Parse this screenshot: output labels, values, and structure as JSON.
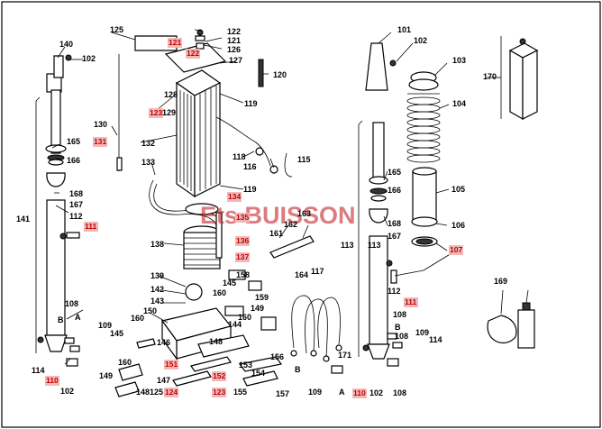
{
  "watermark": {
    "text": "Ets BUISSON"
  },
  "labels": [
    {
      "id": "125",
      "style": "plain"
    },
    {
      "id": "121",
      "style": "boxed"
    },
    {
      "id": "122",
      "style": "plain"
    },
    {
      "id": "121",
      "style": "plain"
    },
    {
      "id": "126",
      "style": "plain"
    },
    {
      "id": "122",
      "style": "boxed"
    },
    {
      "id": "127",
      "style": "plain"
    },
    {
      "id": "120",
      "style": "plain"
    },
    {
      "id": "128",
      "style": "plain"
    },
    {
      "id": "119",
      "style": "plain"
    },
    {
      "id": "123",
      "style": "boxed"
    },
    {
      "id": "129",
      "style": "plain"
    },
    {
      "id": "130",
      "style": "plain"
    },
    {
      "id": "131",
      "style": "boxed"
    },
    {
      "id": "132",
      "style": "plain"
    },
    {
      "id": "118",
      "style": "plain"
    },
    {
      "id": "116",
      "style": "plain"
    },
    {
      "id": "115",
      "style": "plain"
    },
    {
      "id": "133",
      "style": "plain"
    },
    {
      "id": "119",
      "style": "plain"
    },
    {
      "id": "134",
      "style": "boxed"
    },
    {
      "id": "135",
      "style": "boxed"
    },
    {
      "id": "136",
      "style": "boxed"
    },
    {
      "id": "137",
      "style": "boxed"
    },
    {
      "id": "138",
      "style": "plain"
    },
    {
      "id": "161",
      "style": "plain"
    },
    {
      "id": "162",
      "style": "plain"
    },
    {
      "id": "163",
      "style": "plain"
    },
    {
      "id": "164",
      "style": "plain"
    },
    {
      "id": "158",
      "style": "plain"
    },
    {
      "id": "139",
      "style": "plain"
    },
    {
      "id": "142",
      "style": "plain"
    },
    {
      "id": "143",
      "style": "plain"
    },
    {
      "id": "145",
      "style": "plain"
    },
    {
      "id": "159",
      "style": "plain"
    },
    {
      "id": "160",
      "style": "plain"
    },
    {
      "id": "117",
      "style": "plain"
    },
    {
      "id": "150",
      "style": "plain"
    },
    {
      "id": "160",
      "style": "plain"
    },
    {
      "id": "144",
      "style": "plain"
    },
    {
      "id": "160",
      "style": "plain"
    },
    {
      "id": "149",
      "style": "plain"
    },
    {
      "id": "145",
      "style": "plain"
    },
    {
      "id": "146",
      "style": "plain"
    },
    {
      "id": "148",
      "style": "plain"
    },
    {
      "id": "153",
      "style": "plain"
    },
    {
      "id": "154",
      "style": "plain"
    },
    {
      "id": "156",
      "style": "plain"
    },
    {
      "id": "151",
      "style": "boxed"
    },
    {
      "id": "152",
      "style": "boxed"
    },
    {
      "id": "160",
      "style": "plain"
    },
    {
      "id": "147",
      "style": "plain"
    },
    {
      "id": "149",
      "style": "plain"
    },
    {
      "id": "148",
      "style": "plain"
    },
    {
      "id": "125",
      "style": "plain"
    },
    {
      "id": "124",
      "style": "boxed"
    },
    {
      "id": "123",
      "style": "boxed"
    },
    {
      "id": "155",
      "style": "plain"
    },
    {
      "id": "157",
      "style": "plain"
    },
    {
      "id": "140",
      "style": "plain"
    },
    {
      "id": "102",
      "style": "plain"
    },
    {
      "id": "165",
      "style": "plain"
    },
    {
      "id": "166",
      "style": "plain"
    },
    {
      "id": "168",
      "style": "plain"
    },
    {
      "id": "167",
      "style": "plain"
    },
    {
      "id": "112",
      "style": "plain"
    },
    {
      "id": "111",
      "style": "boxed"
    },
    {
      "id": "141",
      "style": "plain"
    },
    {
      "id": "113",
      "style": "plain"
    },
    {
      "id": "108",
      "style": "plain"
    },
    {
      "id": "A",
      "style": "plain"
    },
    {
      "id": "B",
      "style": "plain"
    },
    {
      "id": "109",
      "style": "plain"
    },
    {
      "id": "114",
      "style": "plain"
    },
    {
      "id": "110",
      "style": "boxed"
    },
    {
      "id": "102",
      "style": "plain"
    },
    {
      "id": "101",
      "style": "plain"
    },
    {
      "id": "102",
      "style": "plain"
    },
    {
      "id": "103",
      "style": "plain"
    },
    {
      "id": "104",
      "style": "plain"
    },
    {
      "id": "105",
      "style": "plain"
    },
    {
      "id": "106",
      "style": "plain"
    },
    {
      "id": "107",
      "style": "boxed"
    },
    {
      "id": "165",
      "style": "plain"
    },
    {
      "id": "166",
      "style": "plain"
    },
    {
      "id": "168",
      "style": "plain"
    },
    {
      "id": "167",
      "style": "plain"
    },
    {
      "id": "113",
      "style": "plain"
    },
    {
      "id": "112",
      "style": "plain"
    },
    {
      "id": "111",
      "style": "boxed"
    },
    {
      "id": "108",
      "style": "plain"
    },
    {
      "id": "B",
      "style": "plain"
    },
    {
      "id": "108",
      "style": "plain"
    },
    {
      "id": "109",
      "style": "plain"
    },
    {
      "id": "114",
      "style": "plain"
    },
    {
      "id": "110",
      "style": "boxed"
    },
    {
      "id": "102",
      "style": "plain"
    },
    {
      "id": "108",
      "style": "plain"
    },
    {
      "id": "109",
      "style": "plain"
    },
    {
      "id": "A",
      "style": "plain"
    },
    {
      "id": "B",
      "style": "plain"
    },
    {
      "id": "171",
      "style": "plain"
    },
    {
      "id": "170",
      "style": "plain"
    },
    {
      "id": "169",
      "style": "plain"
    }
  ]
}
